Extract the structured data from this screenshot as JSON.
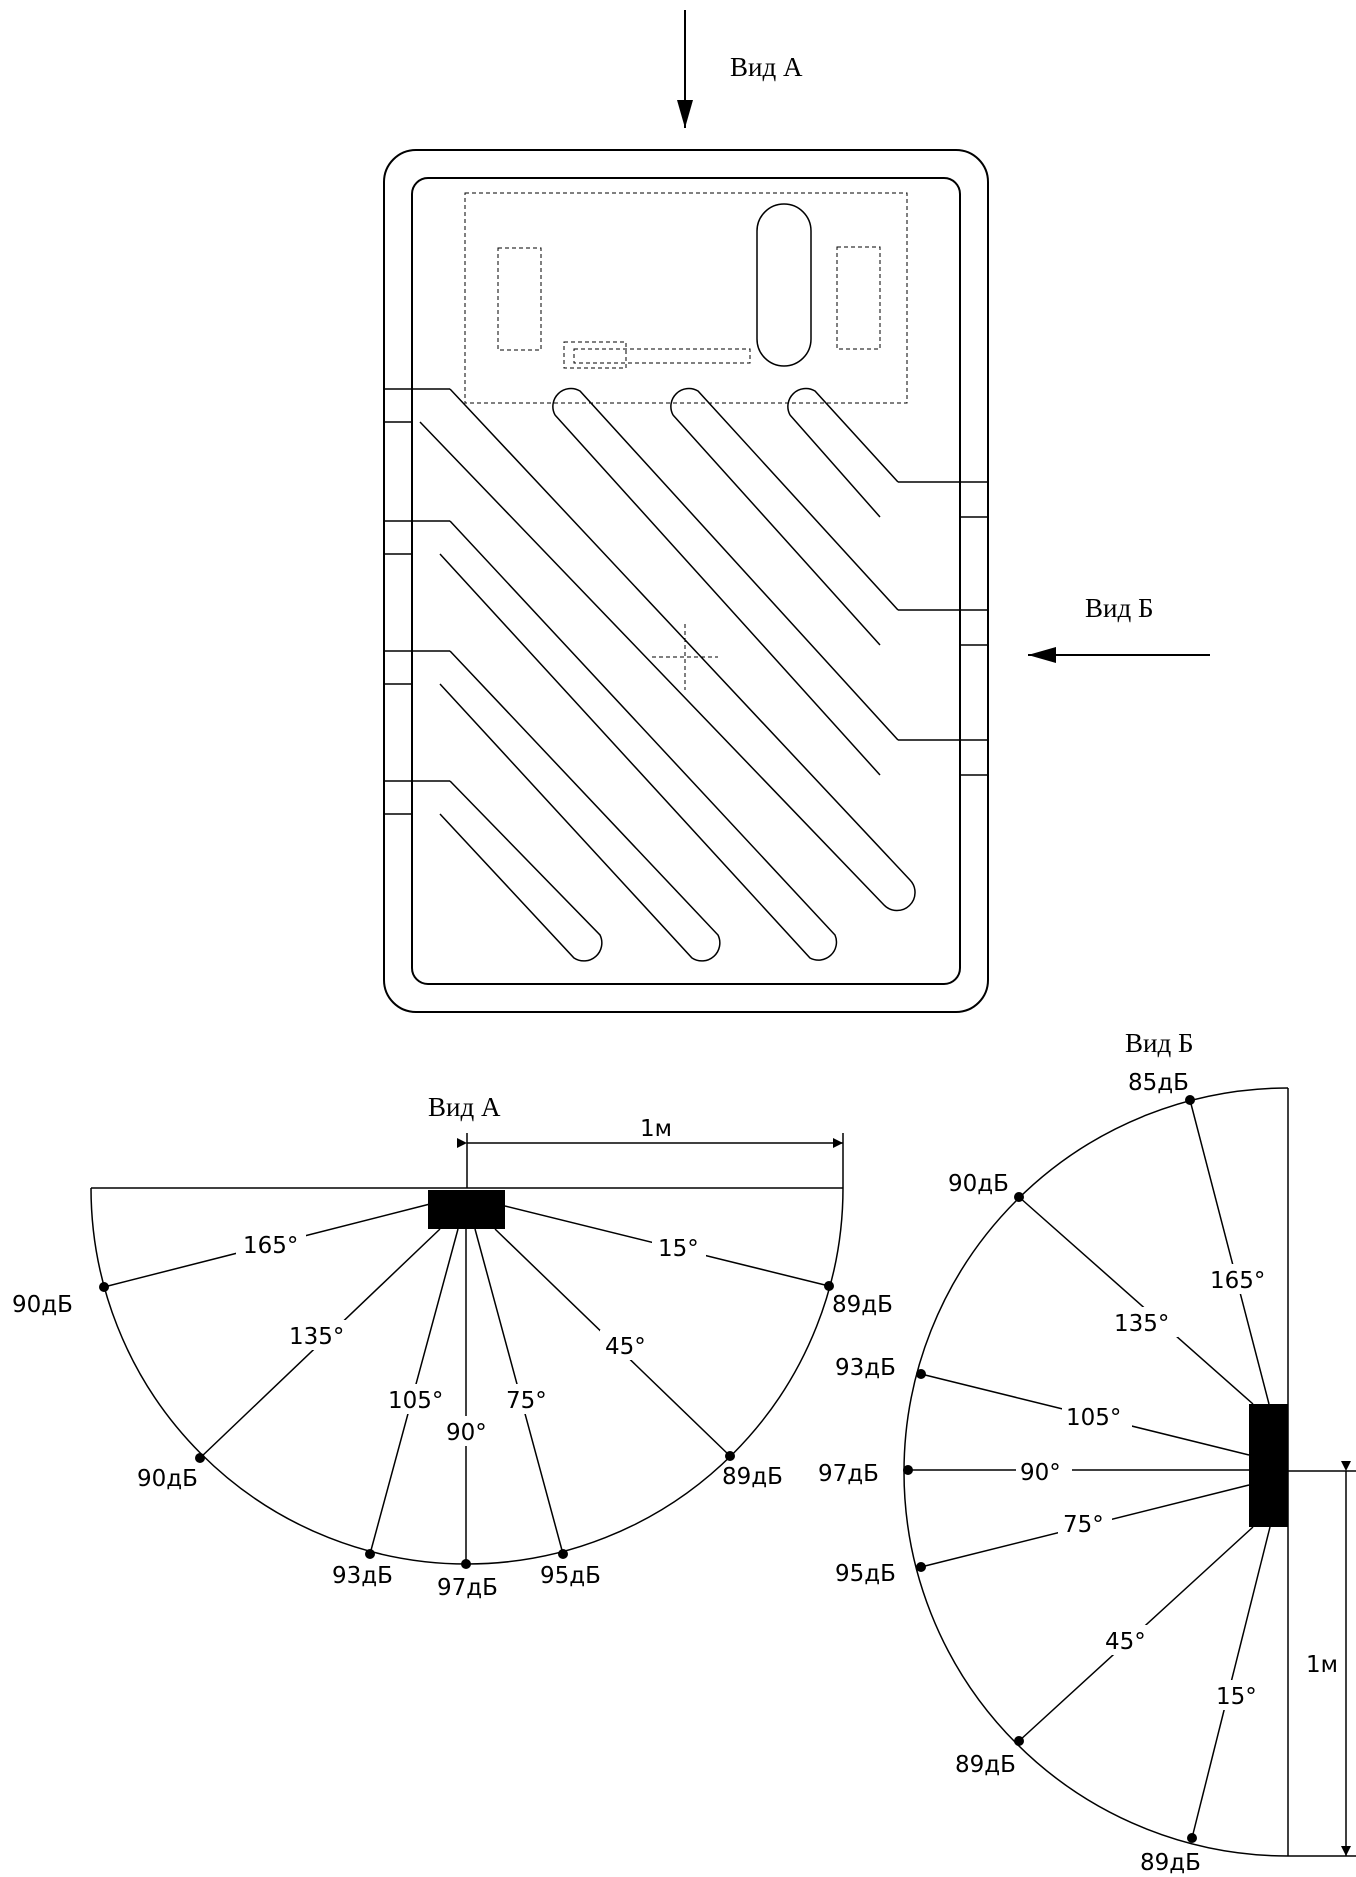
{
  "top_view": {
    "view_a_label": "Вид А",
    "view_b_label": "Вид Б"
  },
  "diagram_a": {
    "title": "Вид А",
    "dimension": "1м",
    "rays": [
      {
        "angle": "165°",
        "level": "90дБ"
      },
      {
        "angle": "135°",
        "level": "90дБ"
      },
      {
        "angle": "105°",
        "level": "93дБ"
      },
      {
        "angle": "90°",
        "level": "97дБ"
      },
      {
        "angle": "75°",
        "level": "95дБ"
      },
      {
        "angle": "45°",
        "level": "89дБ"
      },
      {
        "angle": "15°",
        "level": "89дБ"
      }
    ]
  },
  "diagram_b": {
    "title": "Вид Б",
    "dimension": "1м",
    "rays": [
      {
        "angle": "165°",
        "level": "85дБ"
      },
      {
        "angle": "135°",
        "level": "90дБ"
      },
      {
        "angle": "105°",
        "level": "93дБ"
      },
      {
        "angle": "90°",
        "level": "97дБ"
      },
      {
        "angle": "75°",
        "level": "95дБ"
      },
      {
        "angle": "45°",
        "level": "89дБ"
      },
      {
        "angle": "15°",
        "level": "89дБ"
      }
    ]
  }
}
